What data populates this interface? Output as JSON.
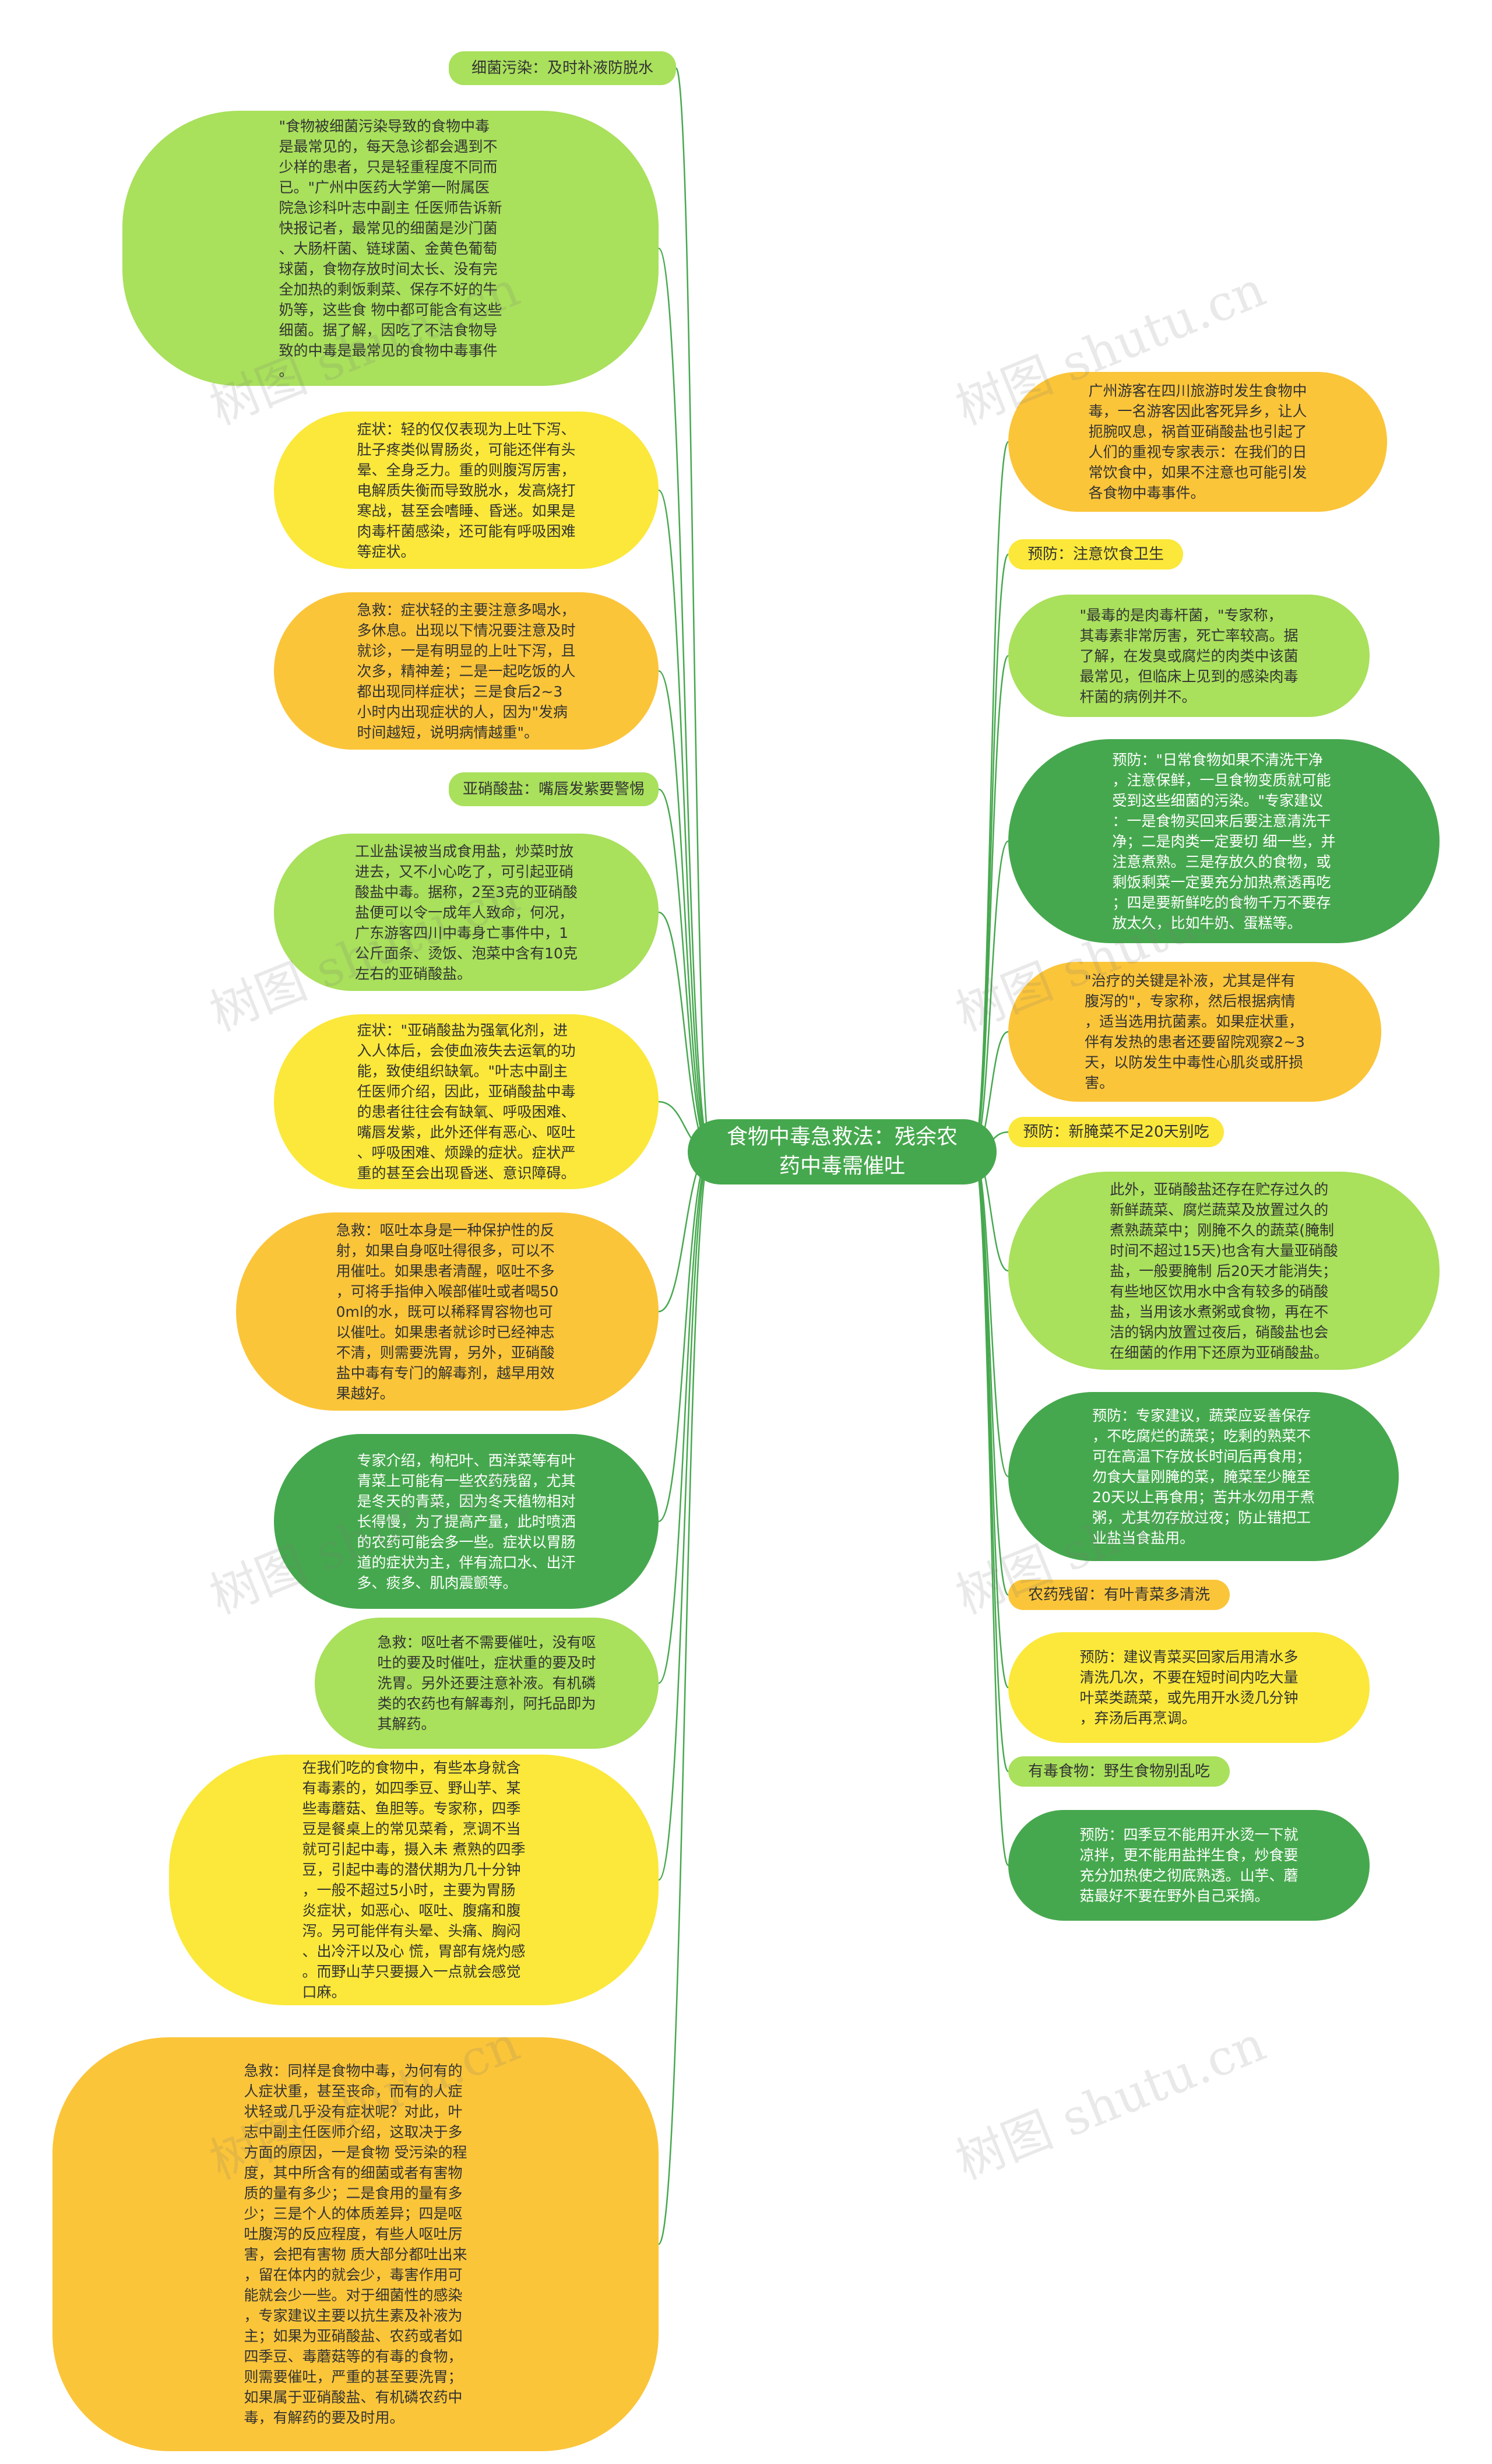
{
  "root": {
    "label": "食物中毒急救法：残余农\n药中毒需催吐"
  },
  "watermark": "树图 shutu.cn",
  "colors": {
    "line": "#46a84e",
    "root": "#46a84e",
    "light_green": "#a9e05c",
    "yellow": "#fbe83a",
    "orange": "#fbc53a",
    "dark_green": "#46a84e"
  },
  "left": [
    {
      "id": "L1",
      "style": "pill c-lg",
      "text": "细菌污染：及时补液防脱水"
    },
    {
      "id": "L2",
      "style": "blob c-lg",
      "text": "\"食物被细菌污染导致的食物中毒\n是最常见的，每天急诊都会遇到不\n少样的患者，只是轻重程度不同而\n已。\"广州中医药大学第一附属医\n院急诊科叶志中副主 任医师告诉新\n快报记者，最常见的细菌是沙门菌\n、大肠杆菌、链球菌、金黄色葡萄\n球菌，食物存放时间太长、没有完\n全加热的剩饭剩菜、保存不好的牛\n奶等，这些食 物中都可能含有这些\n细菌。据了解，因吃了不洁食物导\n致的中毒是最常见的食物中毒事件\n。"
    },
    {
      "id": "L3",
      "style": "blob c-y",
      "text": "症状：轻的仅仅表现为上吐下泻、\n肚子疼类似胃肠炎，可能还伴有头\n晕、全身乏力。重的则腹泻厉害，\n电解质失衡而导致脱水，发高烧打\n寒战，甚至会嗜睡、昏迷。如果是\n肉毒杆菌感染，还可能有呼吸困难\n等症状。"
    },
    {
      "id": "L4",
      "style": "blob c-o",
      "text": "急救：症状轻的主要注意多喝水，\n多休息。出现以下情况要注意及时\n就诊，一是有明显的上吐下泻，且\n次多，精神差；二是一起吃饭的人\n都出现同样症状；三是食后2~3\n小时内出现症状的人，因为\"发病\n时间越短，说明病情越重\"。"
    },
    {
      "id": "L5",
      "style": "pill c-lg",
      "text": "亚硝酸盐：嘴唇发紫要警惕"
    },
    {
      "id": "L6",
      "style": "blob c-lg",
      "text": "工业盐误被当成食用盐，炒菜时放\n进去，又不小心吃了，可引起亚硝\n酸盐中毒。据称，2至3克的亚硝酸\n盐便可以令一成年人致命，何况，\n广东游客四川中毒身亡事件中，1\n公斤面条、烫饭、泡菜中含有10克\n左右的亚硝酸盐。"
    },
    {
      "id": "L7",
      "style": "blob c-y",
      "text": "症状：\"亚硝酸盐为强氧化剂，进\n入人体后，会使血液失去运氧的功\n能，致使组织缺氧。\"叶志中副主\n任医师介绍，因此，亚硝酸盐中毒\n的患者往往会有缺氧、呼吸困难、\n嘴唇发紫，此外还伴有恶心、呕吐\n、呼吸困难、烦躁的症状。症状严\n重的甚至会出现昏迷、意识障碍。"
    },
    {
      "id": "L8",
      "style": "blob c-o",
      "text": "急救：呕吐本身是一种保护性的反\n射，如果自身呕吐得很多，可以不\n用催吐。如果患者清醒，呕吐不多\n，可将手指伸入喉部催吐或者喝50\n0ml的水，既可以稀释胃容物也可\n以催吐。如果患者就诊时已经神志\n不清，则需要洗胃，另外，亚硝酸\n盐中毒有专门的解毒剂，越早用效\n果越好。"
    },
    {
      "id": "L9",
      "style": "blob c-dg",
      "text": "专家介绍，枸杞叶、西洋菜等有叶\n青菜上可能有一些农药残留，尤其\n是冬天的青菜，因为冬天植物相对\n长得慢，为了提高产量，此时喷洒\n的农药可能会多一些。症状以胃肠\n道的症状为主，伴有流口水、出汗\n多、痰多、肌肉震颤等。"
    },
    {
      "id": "L10",
      "style": "blob c-lg",
      "text": "急救：呕吐者不需要催吐，没有呕\n吐的要及时催吐，症状重的要及时\n洗胃。另外还要注意补液。有机磷\n类的农药也有解毒剂，阿托品即为\n其解药。"
    },
    {
      "id": "L11",
      "style": "blob c-y",
      "text": "在我们吃的食物中，有些本身就含\n有毒素的，如四季豆、野山芋、某\n些毒蘑菇、鱼胆等。专家称，四季\n豆是餐桌上的常见菜肴，烹调不当\n就可引起中毒，摄入未 煮熟的四季\n豆，引起中毒的潜伏期为几十分钟\n，一般不超过5小时，主要为胃肠\n炎症状，如恶心、呕吐、腹痛和腹\n泻。另可能伴有头晕、头痛、胸闷\n、出冷汗以及心 慌，胃部有烧灼感\n。而野山芋只要摄入一点就会感觉\n口麻。"
    },
    {
      "id": "L12",
      "style": "blob c-o",
      "text": "急救：同样是食物中毒，为何有的\n人症状重，甚至丧命，而有的人症\n状轻或几乎没有症状呢？对此，叶\n志中副主任医师介绍，这取决于多\n方面的原因，一是食物 受污染的程\n度，其中所含有的细菌或者有害物\n质的量有多少；二是食用的量有多\n少；三是个人的体质差异；四是呕\n吐腹泻的反应程度，有些人呕吐厉\n害，会把有害物 质大部分都吐出来\n，留在体内的就会少，毒害作用可\n能就会少一些。对于细菌性的感染\n，专家建议主要以抗生素及补液为\n主；如果为亚硝酸盐、农药或者如\n四季豆、毒蘑菇等的有毒的食物，\n则需要催吐，严重的甚至要洗胃；\n如果属于亚硝酸盐、有机磷农药中\n毒，有解药的要及时用。"
    }
  ],
  "right": [
    {
      "id": "R1",
      "style": "blob c-o",
      "text": "广州游客在四川旅游时发生食物中\n毒，一名游客因此客死异乡，让人\n扼腕叹息，祸首亚硝酸盐也引起了\n人们的重视专家表示：在我们的日\n常饮食中，如果不注意也可能引发\n各食物中毒事件。"
    },
    {
      "id": "R2",
      "style": "pill c-y",
      "text": "预防：注意饮食卫生"
    },
    {
      "id": "R3",
      "style": "blob c-lg",
      "text": "\"最毒的是肉毒杆菌，\"专家称，\n其毒素非常厉害，死亡率较高。据\n了解，在发臭或腐烂的肉类中该菌\n最常见，但临床上见到的感染肉毒\n杆菌的病例并不。"
    },
    {
      "id": "R4",
      "style": "blob c-dg",
      "text": "预防：\"日常食物如果不清洗干净\n，注意保鲜，一旦食物变质就可能\n受到这些细菌的污染。\"专家建议\n：一是食物买回来后要注意清洗干\n净；二是肉类一定要切 细一些，并\n注意煮熟。三是存放久的食物，或\n剩饭剩菜一定要充分加热煮透再吃\n；四是要新鲜吃的食物千万不要存\n放太久，比如牛奶、蛋糕等。"
    },
    {
      "id": "R5",
      "style": "blob c-o",
      "text": "\"治疗的关键是补液，尤其是伴有\n腹泻的\"，专家称，然后根据病情\n，适当选用抗菌素。如果症状重，\n伴有发热的患者还要留院观察2~3\n天，以防发生中毒性心肌炎或肝损\n害。"
    },
    {
      "id": "R6",
      "style": "pill c-y",
      "text": "预防：新腌菜不足20天别吃"
    },
    {
      "id": "R7",
      "style": "blob c-lg",
      "text": "此外，亚硝酸盐还存在贮存过久的\n新鲜蔬菜、腐烂蔬菜及放置过久的\n煮熟蔬菜中；刚腌不久的蔬菜(腌制\n时间不超过15天)也含有大量亚硝酸\n盐，一般要腌制 后20天才能消失；\n有些地区饮用水中含有较多的硝酸\n盐，当用该水煮粥或食物，再在不\n洁的锅内放置过夜后，硝酸盐也会\n在细菌的作用下还原为亚硝酸盐。"
    },
    {
      "id": "R8",
      "style": "blob c-dg",
      "text": "预防：专家建议，蔬菜应妥善保存\n，不吃腐烂的蔬菜；吃剩的熟菜不\n可在高温下存放长时间后再食用；\n勿食大量刚腌的菜，腌菜至少腌至\n20天以上再食用；苦井水勿用于煮\n粥，尤其勿存放过夜；防止错把工\n业盐当食盐用。"
    },
    {
      "id": "R9",
      "style": "pill c-o",
      "text": "农药残留：有叶青菜多清洗"
    },
    {
      "id": "R10",
      "style": "blob c-y",
      "text": "预防：建议青菜买回家后用清水多\n清洗几次，不要在短时间内吃大量\n叶菜类蔬菜，或先用开水烫几分钟\n，弃汤后再烹调。"
    },
    {
      "id": "R11",
      "style": "pill c-lg",
      "text": "有毒食物：野生食物别乱吃"
    },
    {
      "id": "R12",
      "style": "blob c-dg",
      "text": "预防：四季豆不能用开水烫一下就\n凉拌，更不能用盐拌生食，炒食要\n充分加热使之彻底熟透。山芋、蘑\n菇最好不要在野外自己采摘。"
    }
  ]
}
